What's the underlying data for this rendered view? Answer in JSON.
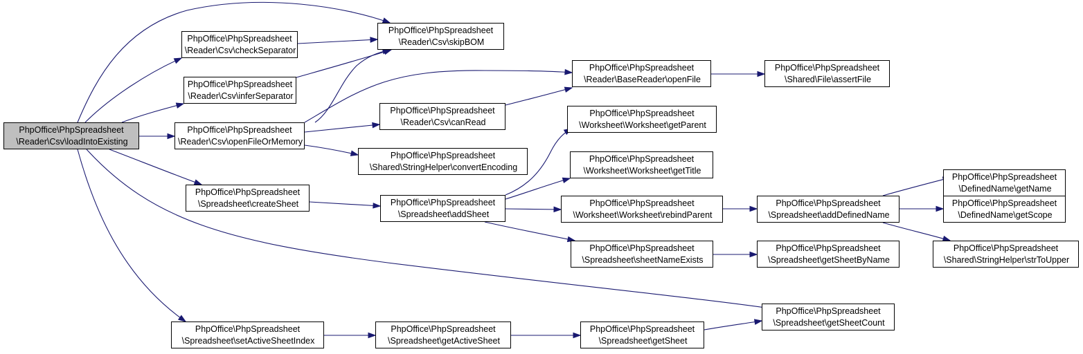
{
  "colors": {
    "edge": "#191970",
    "root_fill": "#bfbfbf",
    "node_fill": "#ffffff",
    "border": "#000000"
  },
  "nodes": {
    "loadIntoExisting": {
      "line1": "PhpOffice\\PhpSpreadsheet",
      "line2": "\\Reader\\Csv\\loadIntoExisting"
    },
    "checkSeparator": {
      "line1": "PhpOffice\\PhpSpreadsheet",
      "line2": "\\Reader\\Csv\\checkSeparator"
    },
    "inferSeparator": {
      "line1": "PhpOffice\\PhpSpreadsheet",
      "line2": "\\Reader\\Csv\\inferSeparator"
    },
    "openFileOrMemory": {
      "line1": "PhpOffice\\PhpSpreadsheet",
      "line2": "\\Reader\\Csv\\openFileOrMemory"
    },
    "createSheet": {
      "line1": "PhpOffice\\PhpSpreadsheet",
      "line2": "\\Spreadsheet\\createSheet"
    },
    "setActiveSheetIndex": {
      "line1": "PhpOffice\\PhpSpreadsheet",
      "line2": "\\Spreadsheet\\setActiveSheetIndex"
    },
    "skipBOM": {
      "line1": "PhpOffice\\PhpSpreadsheet",
      "line2": "\\Reader\\Csv\\skipBOM"
    },
    "canRead": {
      "line1": "PhpOffice\\PhpSpreadsheet",
      "line2": "\\Reader\\Csv\\canRead"
    },
    "convertEncoding": {
      "line1": "PhpOffice\\PhpSpreadsheet",
      "line2": "\\Shared\\StringHelper\\convertEncoding"
    },
    "addSheet": {
      "line1": "PhpOffice\\PhpSpreadsheet",
      "line2": "\\Spreadsheet\\addSheet"
    },
    "getActiveSheet": {
      "line1": "PhpOffice\\PhpSpreadsheet",
      "line2": "\\Spreadsheet\\getActiveSheet"
    },
    "openFile": {
      "line1": "PhpOffice\\PhpSpreadsheet",
      "line2": "\\Reader\\BaseReader\\openFile"
    },
    "getParent": {
      "line1": "PhpOffice\\PhpSpreadsheet",
      "line2": "\\Worksheet\\Worksheet\\getParent"
    },
    "getTitle": {
      "line1": "PhpOffice\\PhpSpreadsheet",
      "line2": "\\Worksheet\\Worksheet\\getTitle"
    },
    "rebindParent": {
      "line1": "PhpOffice\\PhpSpreadsheet",
      "line2": "\\Worksheet\\Worksheet\\rebindParent"
    },
    "sheetNameExists": {
      "line1": "PhpOffice\\PhpSpreadsheet",
      "line2": "\\Spreadsheet\\sheetNameExists"
    },
    "getSheet": {
      "line1": "PhpOffice\\PhpSpreadsheet",
      "line2": "\\Spreadsheet\\getSheet"
    },
    "addDefinedName": {
      "line1": "PhpOffice\\PhpSpreadsheet",
      "line2": "\\Spreadsheet\\addDefinedName"
    },
    "getSheetByName": {
      "line1": "PhpOffice\\PhpSpreadsheet",
      "line2": "\\Spreadsheet\\getSheetByName"
    },
    "getSheetCount": {
      "line1": "PhpOffice\\PhpSpreadsheet",
      "line2": "\\Spreadsheet\\getSheetCount"
    },
    "assertFile": {
      "line1": "PhpOffice\\PhpSpreadsheet",
      "line2": "\\Shared\\File\\assertFile"
    },
    "getName": {
      "line1": "PhpOffice\\PhpSpreadsheet",
      "line2": "\\DefinedName\\getName"
    },
    "getScope": {
      "line1": "PhpOffice\\PhpSpreadsheet",
      "line2": "\\DefinedName\\getScope"
    },
    "strToUpper": {
      "line1": "PhpOffice\\PhpSpreadsheet",
      "line2": "\\Shared\\StringHelper\\strToUpper"
    }
  },
  "edges": [
    [
      "loadIntoExisting",
      "skipBOM"
    ],
    [
      "loadIntoExisting",
      "checkSeparator"
    ],
    [
      "loadIntoExisting",
      "inferSeparator"
    ],
    [
      "loadIntoExisting",
      "openFileOrMemory"
    ],
    [
      "loadIntoExisting",
      "createSheet"
    ],
    [
      "loadIntoExisting",
      "getSheetCount"
    ],
    [
      "loadIntoExisting",
      "setActiveSheetIndex"
    ],
    [
      "checkSeparator",
      "skipBOM"
    ],
    [
      "inferSeparator",
      "skipBOM"
    ],
    [
      "openFileOrMemory",
      "skipBOM"
    ],
    [
      "openFileOrMemory",
      "openFile"
    ],
    [
      "openFileOrMemory",
      "canRead"
    ],
    [
      "openFileOrMemory",
      "convertEncoding"
    ],
    [
      "canRead",
      "openFile"
    ],
    [
      "openFile",
      "assertFile"
    ],
    [
      "createSheet",
      "addSheet"
    ],
    [
      "addSheet",
      "getParent"
    ],
    [
      "addSheet",
      "getTitle"
    ],
    [
      "addSheet",
      "rebindParent"
    ],
    [
      "addSheet",
      "sheetNameExists"
    ],
    [
      "rebindParent",
      "addDefinedName"
    ],
    [
      "addDefinedName",
      "getName"
    ],
    [
      "addDefinedName",
      "getScope"
    ],
    [
      "addDefinedName",
      "strToUpper"
    ],
    [
      "sheetNameExists",
      "getSheetByName"
    ],
    [
      "setActiveSheetIndex",
      "getActiveSheet"
    ],
    [
      "getActiveSheet",
      "getSheet"
    ],
    [
      "getSheet",
      "getSheetCount"
    ]
  ]
}
